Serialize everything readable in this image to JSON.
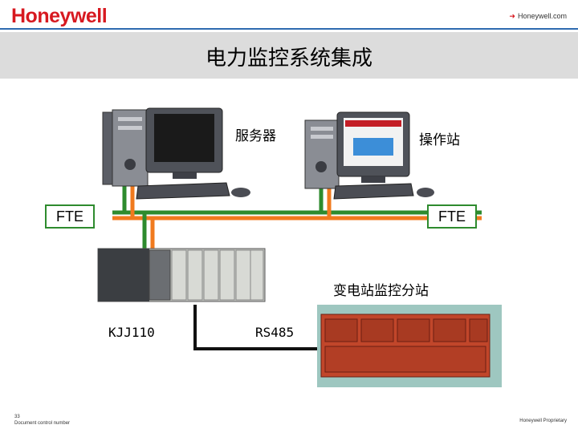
{
  "header": {
    "logo": "Honeywell",
    "link_text": "Honeywell.com"
  },
  "slide": {
    "title": "电力监控系统集成"
  },
  "diagram": {
    "server_label": "服务器",
    "operator_label": "操作站",
    "fte_left": "FTE",
    "fte_right": "FTE",
    "substation_label": "变电站监控分站",
    "controller_label": "KJJ110",
    "bus_label": "RS485"
  },
  "footer": {
    "page_number": "33",
    "doc_control": "Document control number",
    "proprietary": "Honeywell Proprietary"
  },
  "colors": {
    "brand_red": "#d71920",
    "fte_green": "#2e8b2e",
    "fte_orange": "#f07a1e",
    "title_bar": "#dcdcdc"
  }
}
